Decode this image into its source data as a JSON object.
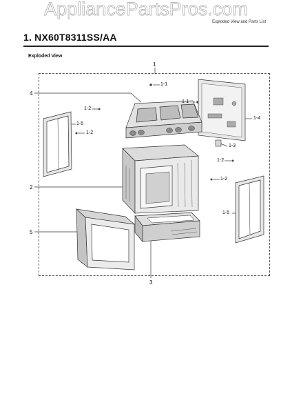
{
  "watermark": {
    "text": "AppliancePartsPros.com",
    "color": "#b9b9b9"
  },
  "header": {
    "right_text": "Exploded View and Parts List"
  },
  "title": "1.  NX60T8311SS/AA",
  "section_label": "Exploded View",
  "callouts": {
    "c1": "1",
    "c2": "2",
    "c3": "3",
    "c4": "4",
    "c5": "5",
    "c1_1a": "1-1",
    "c1_1b": "1-1",
    "c1_2a": "1-2",
    "c1_2b": "1-2",
    "c1_2c": "1-2",
    "c1_2d": "1-2",
    "c1_3": "1-3",
    "c1_4": "1-4",
    "c1_5a": "1-5",
    "c1_5b": "1-5"
  },
  "colors": {
    "line": "#333333",
    "part_fill": "#e4e4e4",
    "dark": "#555555"
  }
}
